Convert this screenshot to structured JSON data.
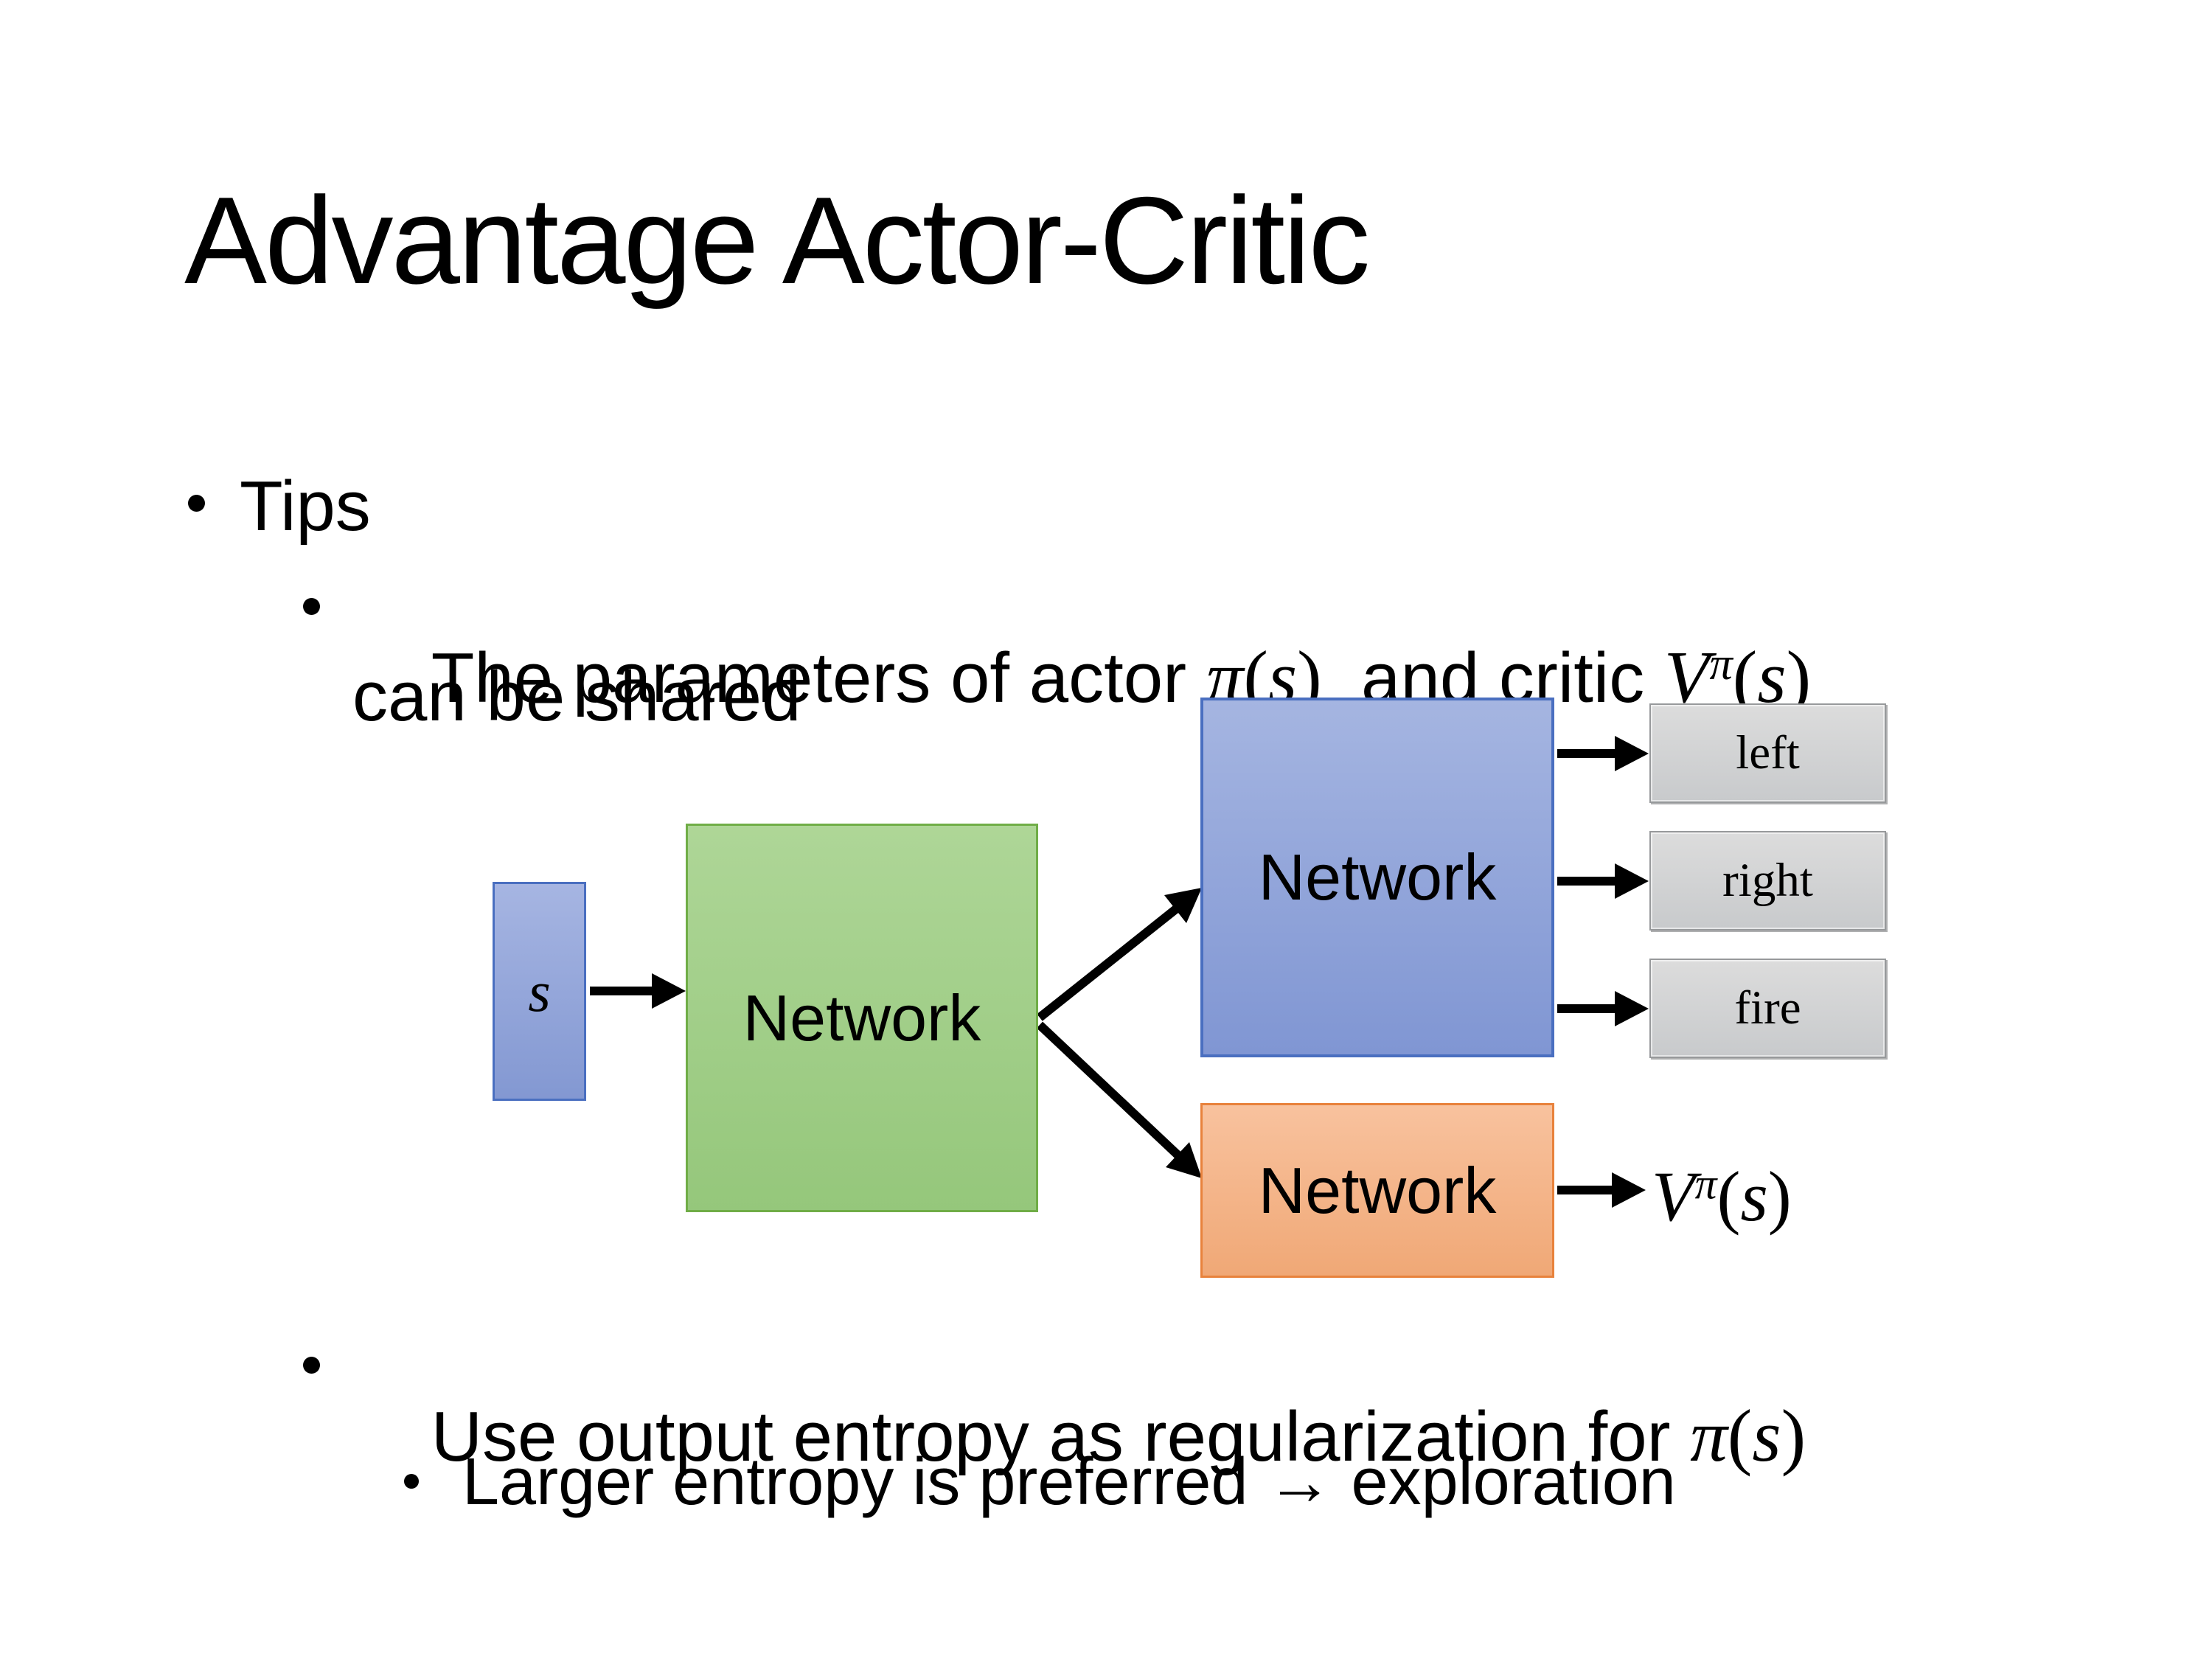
{
  "slide_title": "Advantage Actor-Critic",
  "bullets": {
    "tips": "Tips",
    "params_pre": "The parameters of actor ",
    "params_mid": "  and critic ",
    "params_line2": "can be shared",
    "entropy_pre": "Use output entropy as regularization for ",
    "larger": "Larger entropy is preferred → exploration"
  },
  "math": {
    "pi": "π",
    "V": "V",
    "s": "s",
    "lparen": "(",
    "rparen": ")"
  },
  "diagram": {
    "state_label": "s",
    "shared_network_label": "Network",
    "actor_network_label": "Network",
    "critic_network_label": "Network",
    "actions": [
      "left",
      "right",
      "fire"
    ]
  },
  "icons": {
    "bullet": "filled-circle",
    "arrow": "solid-black-arrow"
  },
  "colors": {
    "background": "#ffffff",
    "text": "#000000",
    "arrow": "#000000",
    "state_border": "#4a6fc0",
    "state_fill_top": "#a6b5e2",
    "state_fill_bottom": "#8398d2",
    "shared_border": "#70ad47",
    "shared_fill_top": "#aed697",
    "shared_fill_bottom": "#95c77b",
    "actor_border": "#4a6fc0",
    "actor_fill_top": "#a5b5e1",
    "actor_fill_bottom": "#8096d3",
    "critic_border": "#e8823c",
    "critic_fill_top": "#f8c29e",
    "critic_fill_bottom": "#f0a876",
    "action_border": "#97999b",
    "action_fill_top": "#dcdcdc",
    "action_fill_bottom": "#c8cacc"
  }
}
